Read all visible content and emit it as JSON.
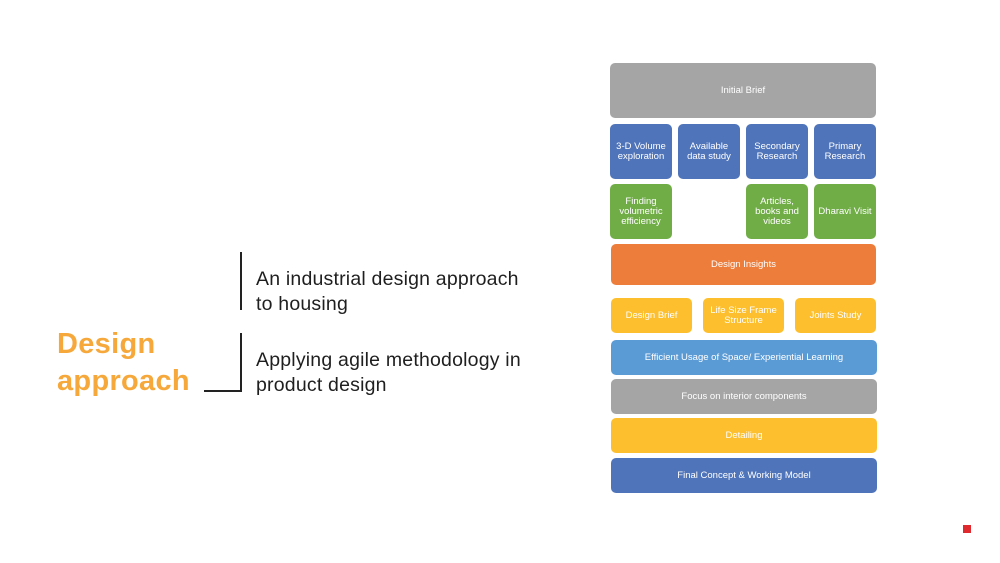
{
  "slide": {
    "title_lines": [
      "Design",
      "approach"
    ],
    "points": [
      {
        "lines": [
          "An industrial design approach",
          "to housing"
        ]
      },
      {
        "lines": [
          "Applying agile methodology in",
          "product design"
        ]
      }
    ]
  },
  "flow": {
    "initial_brief": "Initial Brief",
    "research_row": [
      {
        "lines": [
          "3-D Volume",
          "exploration"
        ]
      },
      {
        "lines": [
          "Available",
          "data study"
        ]
      },
      {
        "lines": [
          "Secondary",
          "Research"
        ]
      },
      {
        "lines": [
          "Primary",
          "Research"
        ]
      }
    ],
    "outcome_row": [
      {
        "lines": [
          "Finding",
          "volumetric",
          "efficiency"
        ]
      },
      {
        "lines": [
          "Articles,",
          "books and",
          "videos"
        ]
      },
      {
        "lines": [
          "Dharavi Visit"
        ]
      }
    ],
    "design_insights": "Design Insights",
    "design_row": [
      {
        "lines": [
          "Design Brief"
        ]
      },
      {
        "lines": [
          "Life Size Frame",
          "Structure"
        ]
      },
      {
        "lines": [
          "Joints Study"
        ]
      }
    ],
    "efficient_usage": "Efficient Usage of Space/ Experiential Learning",
    "focus_interior": "Focus on interior components",
    "detailing": "Detailing",
    "final_concept": "Final Concept & Working Model"
  },
  "colors": {
    "title_accent": "#f6a83b",
    "gray": "#a5a5a5",
    "blue": "#4f74ba",
    "green": "#70ad47",
    "orange": "#ed7d3a",
    "yellow": "#fdbf2d",
    "light_blue": "#5b9bd5",
    "slide_marker": "#e0292e"
  }
}
